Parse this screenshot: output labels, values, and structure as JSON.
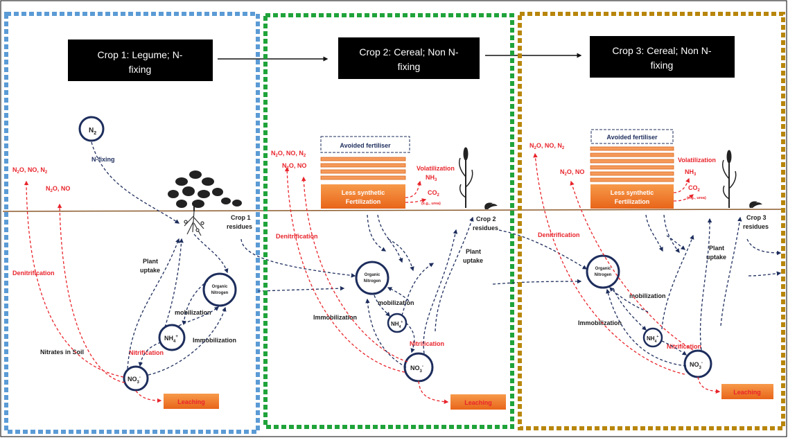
{
  "colors": {
    "panel1_border": "#5b9bd5",
    "panel2_border": "#1fa33a",
    "panel3_border": "#b8860b",
    "red_text": "#e8242b",
    "navy": "#1d2d5c",
    "orange_box": "#f07c27",
    "soil_line": "#8b5a2b"
  },
  "icons": [
    "legume-plant-icon",
    "cereal-stalk-icon",
    "seedling-icon",
    "roots-icon"
  ],
  "panel1": {
    "title_line1": "Crop 1: Legume; N-",
    "title_line2": "fixing",
    "n2_main": "N",
    "n2_sub": "2",
    "n_fixing": "N-fixing",
    "gases_a": "N",
    "gases_a_sub1": "2",
    "gases_a_rest": "O, NO, N",
    "gases_a_sub2": "2",
    "gases_b": "N",
    "gases_b_sub": "2",
    "gases_b_rest": "O, NO",
    "denitrification": "Denitrification",
    "residues_line1": "Crop 1",
    "residues_line2": "residues",
    "plant_uptake_1": "Plant",
    "plant_uptake_2": "uptake",
    "organic_1": "Organic",
    "organic_2": "Nitrogen",
    "mobilization": "mobilization",
    "immobilization": "Immobilization",
    "nh4_main": "NH",
    "nh4_sub": "4",
    "nh4_sup": "+",
    "nitrification": "Nitrification",
    "nitrates_in_soil": "Nitrates in Soil",
    "no3_main": "NO",
    "no3_sub": "3",
    "no3_sup": "-",
    "leaching": "Leaching"
  },
  "panel2": {
    "title_line1": "Crop 2: Cereal; Non N-",
    "title_line2": "fixing",
    "avoided": "Avoided fertiliser",
    "less_synth_1": "Less synthetic",
    "less_synth_2": "Fertilization",
    "volatilization": "Volatilization",
    "nh3_main": "NH",
    "nh3_sub": "3",
    "co2_main": "CO",
    "co2_sub": "2",
    "eg_urea": "(e.g., urea)",
    "gases_a": "N",
    "gases_a_sub1": "2",
    "gases_a_rest": "O, NO, N",
    "gases_a_sub2": "2",
    "gases_b": "N",
    "gases_b_sub": "2",
    "gases_b_rest": "O, NO",
    "denitrification": "Denitrification",
    "residues_line1": "Crop 2",
    "residues_line2": "residues",
    "plant_uptake_1": "Plant",
    "plant_uptake_2": "uptake",
    "organic_1": "Organic",
    "organic_2": "Nitrogen",
    "mobilization": "mobilization",
    "immobilization": "Immobilization",
    "nh4_main": "NH",
    "nh4_sub": "4",
    "nh4_sup": "+",
    "nitrification": "Nitrification",
    "no3_main": "NO",
    "no3_sub": "3",
    "no3_sup": "-",
    "leaching": "Leaching"
  },
  "panel3": {
    "title_line1": "Crop 3: Cereal; Non N-",
    "title_line2": "fixing",
    "avoided": "Avoided fertiliser",
    "less_synth_1": "Less synthetic",
    "less_synth_2": "Fertilization",
    "volatilization": "Volatilization",
    "nh3_main": "NH",
    "nh3_sub": "3",
    "co2_main": "CO",
    "co2_sub": "2",
    "eg_urea": "(e.g., urea)",
    "gases_a": "N",
    "gases_a_sub1": "2",
    "gases_a_rest": "O, NO, N",
    "gases_a_sub2": "2",
    "gases_b": "N",
    "gases_b_sub": "2",
    "gases_b_rest": "O, NO",
    "denitrification": "Denitrification",
    "residues_line1": "Crop 3",
    "residues_line2": "residues",
    "plant_uptake_1": "Plant",
    "plant_uptake_2": "uptake",
    "organic_1": "Organic",
    "organic_2": "Nitrogen",
    "mobilization": "mobilization",
    "immobilization": "Immobilization",
    "nh4_main": "NH",
    "nh4_sub": "4",
    "nh4_sup": "+",
    "nitrification": "Nitrification",
    "no3_main": "NO",
    "no3_sub": "3",
    "no3_sup": "-",
    "leaching": "Leaching"
  }
}
